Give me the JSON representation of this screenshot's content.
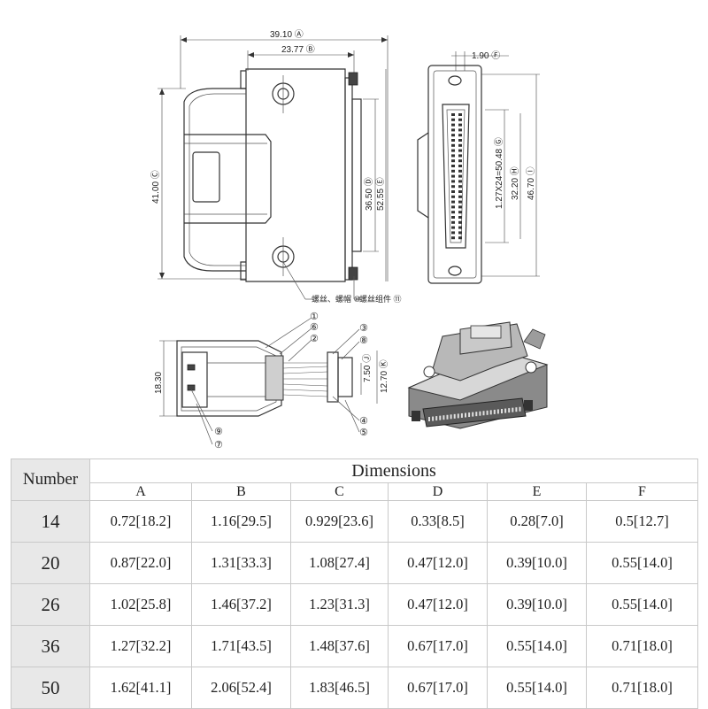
{
  "drawing": {
    "dimensions": {
      "A": "39.10 Ⓐ",
      "B": "23.77 Ⓑ",
      "C": "41.00 Ⓒ",
      "D": "36.50 Ⓓ",
      "E": "52.55 Ⓔ",
      "F": "1.90 Ⓕ",
      "G": "1.27X24=50.48 Ⓖ",
      "H": "32.20 Ⓗ",
      "I": "46.70 Ⓘ",
      "J": "7.50 Ⓙ",
      "K": "12.70 Ⓚ",
      "height": "18.30"
    },
    "callouts": {
      "ten": "螺丝、螺帽 ⑩",
      "eleven": "螺丝组件 ⑪",
      "c1": "①",
      "c2": "②",
      "c3": "③",
      "c4": "④",
      "c5": "⑤",
      "c6": "⑥",
      "c7": "⑦",
      "c8": "⑧",
      "c9": "⑨"
    }
  },
  "table": {
    "number_header": "Number",
    "dimensions_header": "Dimensions",
    "columns": [
      "A",
      "B",
      "C",
      "D",
      "E",
      "F"
    ],
    "rows": [
      {
        "number": "14",
        "values": [
          "0.72[18.2]",
          "1.16[29.5]",
          "0.929[23.6]",
          "0.33[8.5]",
          "0.28[7.0]",
          "0.5[12.7]"
        ]
      },
      {
        "number": "20",
        "values": [
          "0.87[22.0]",
          "1.31[33.3]",
          "1.08[27.4]",
          "0.47[12.0]",
          "0.39[10.0]",
          "0.55[14.0]"
        ]
      },
      {
        "number": "26",
        "values": [
          "1.02[25.8]",
          "1.46[37.2]",
          "1.23[31.3]",
          "0.47[12.0]",
          "0.39[10.0]",
          "0.55[14.0]"
        ]
      },
      {
        "number": "36",
        "values": [
          "1.27[32.2]",
          "1.71[43.5]",
          "1.48[37.6]",
          "0.67[17.0]",
          "0.55[14.0]",
          "0.71[18.0]"
        ]
      },
      {
        "number": "50",
        "values": [
          "1.62[41.1]",
          "2.06[52.4]",
          "1.83[46.5]",
          "0.67[17.0]",
          "0.55[14.0]",
          "0.71[18.0]"
        ]
      }
    ]
  }
}
